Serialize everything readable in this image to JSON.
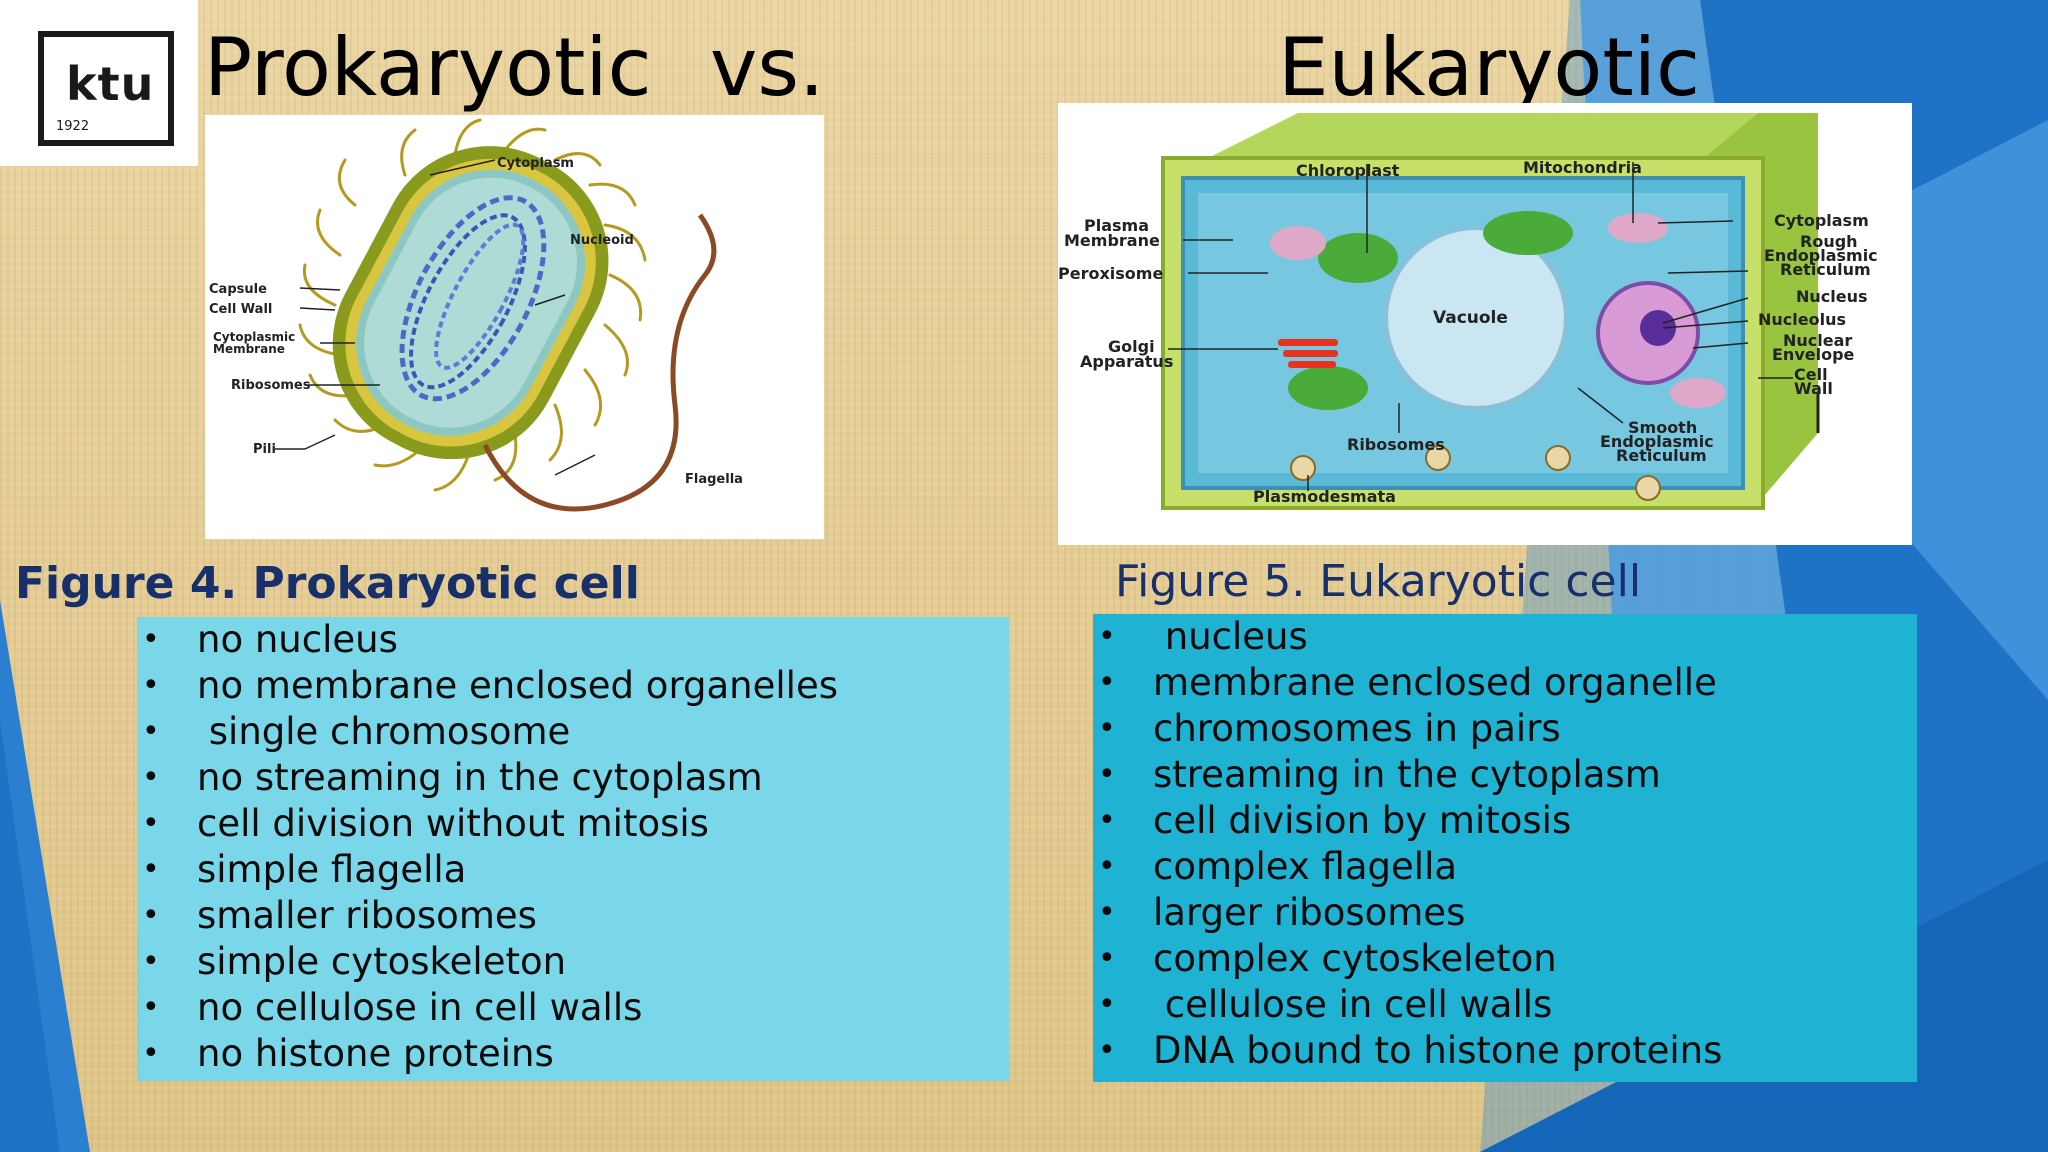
{
  "colors": {
    "background": "#e7cf98",
    "blue_accent": "#1f73c7",
    "left_box": "#7ad7e9",
    "right_box": "#20b2d2",
    "caption": "#17306b"
  },
  "logo": {
    "text": "ktu",
    "year": "1922"
  },
  "title": {
    "left": "Prokaryotic",
    "vs": "vs.",
    "right": "Eukaryotic"
  },
  "prokaryotic": {
    "caption": "Figure 4. Prokaryotic cell",
    "labels": {
      "cytoplasm": "Cytoplasm",
      "nucleoid": "Nucleoid",
      "capsule": "Capsule",
      "cell_wall": "Cell Wall",
      "cytoplasmic_1": "Cytoplasmic",
      "cytoplasmic_2": "Membrane",
      "ribosomes": "Ribosomes",
      "pili": "Pili",
      "flagella": "Flagella"
    },
    "items": [
      "no nucleus",
      "no membrane enclosed organelles",
      " single chromosome",
      "no streaming in the cytoplasm",
      "cell division without mitosis",
      "simple flagella",
      "smaller ribosomes",
      "simple cytoskeleton",
      "no cellulose in cell walls",
      "no histone proteins"
    ]
  },
  "eukaryotic": {
    "caption": "Figure 5. Eukaryotic cell",
    "labels": {
      "chloroplast": "Chloroplast",
      "mitochondria": "Mitochondria",
      "plasma_1": "Plasma",
      "plasma_2": "Membrane",
      "peroxisome": "Peroxisome",
      "vacuole": "Vacuole",
      "golgi_1": "Golgi",
      "golgi_2": "Apparatus",
      "cytoplasm": "Cytoplasm",
      "rough_1": "Rough",
      "rough_2": "Endoplasmic",
      "rough_3": "Reticulum",
      "nucleus": "Nucleus",
      "nucleolus": "Nucleolus",
      "envelope_1": "Nuclear",
      "envelope_2": "Envelope",
      "wall_1": "Cell",
      "wall_2": "Wall",
      "ribosomes": "Ribosomes",
      "smooth_1": "Smooth",
      "smooth_2": "Endoplasmic",
      "smooth_3": "Reticulum",
      "plasmodesmata": "Plasmodesmata"
    },
    "items": [
      " nucleus",
      "membrane enclosed organelle",
      "chromosomes in pairs",
      "streaming in the cytoplasm",
      "cell division by mitosis",
      "complex flagella",
      "larger ribosomes",
      "complex cytoskeleton",
      " cellulose in cell walls",
      "DNA bound to histone proteins"
    ]
  }
}
